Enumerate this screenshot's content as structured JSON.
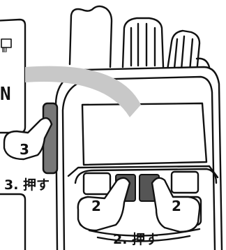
{
  "callouts": {
    "step3_badge": "3",
    "step3_label": "3. 押す",
    "step2_badge": "2",
    "step2_label": "2. 押す"
  },
  "display_inset": {
    "value_text": "N",
    "battery_glyph": "▥"
  },
  "colors": {
    "outline": "#111111",
    "button_fill": "#555555",
    "side_key_fill": "#777777",
    "arrow_fill": "#c8c8c8",
    "background": "#ffffff"
  }
}
